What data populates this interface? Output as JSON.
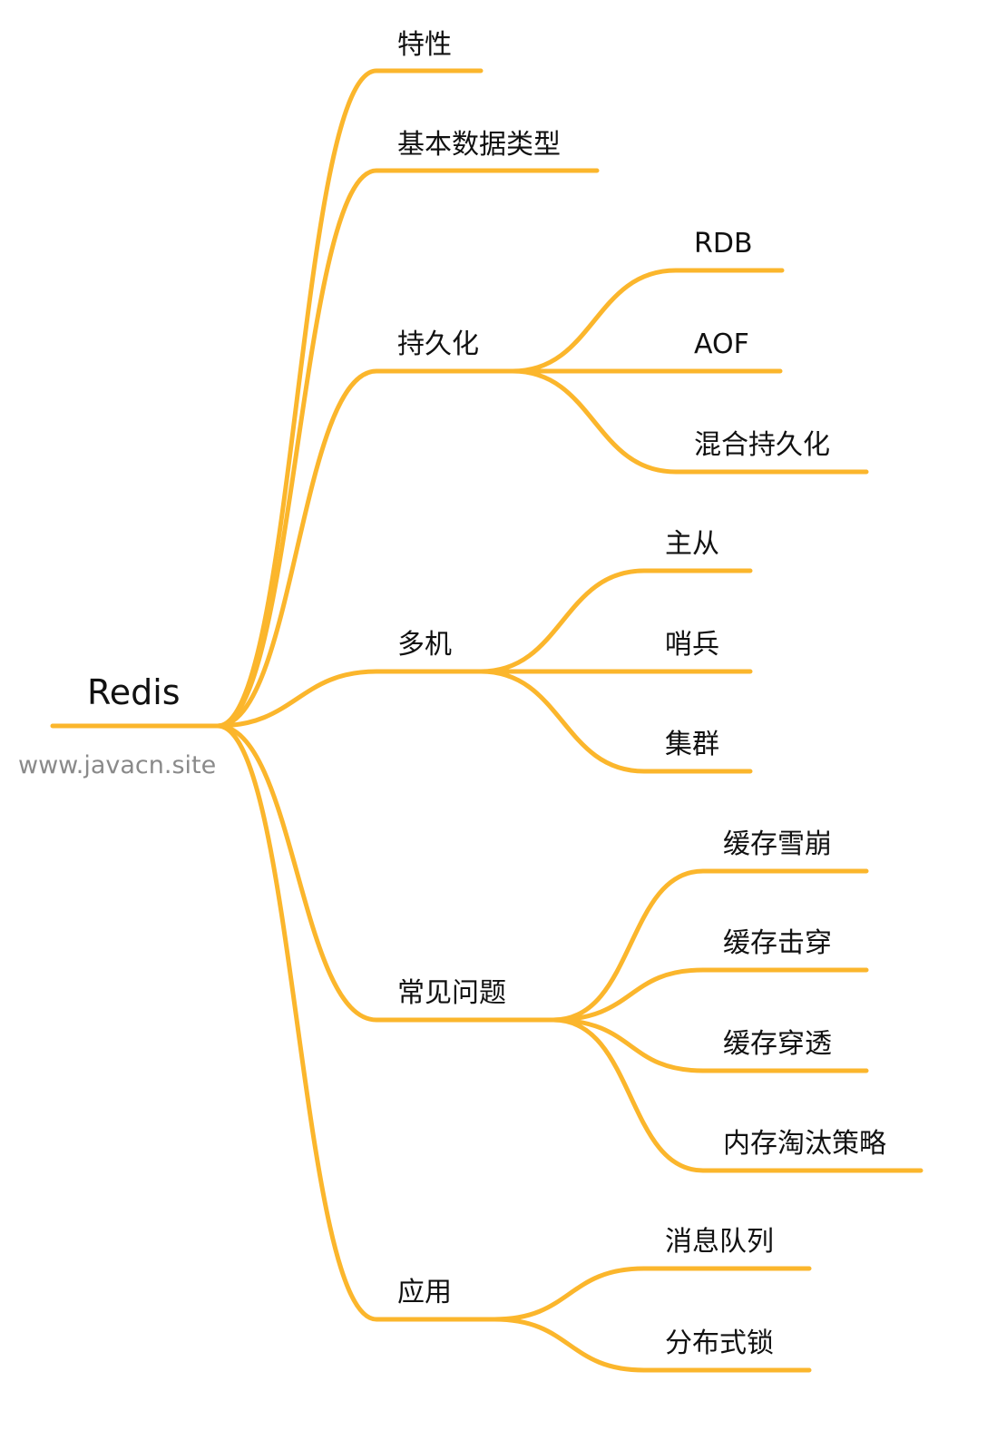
{
  "root": {
    "label": "Redis"
  },
  "watermark": "www.javacn.site",
  "colors": {
    "branch": "#FBB62C",
    "text": "#111111",
    "watermark": "#8a8a8a"
  },
  "branches": [
    {
      "label": "特性",
      "children": []
    },
    {
      "label": "基本数据类型",
      "children": []
    },
    {
      "label": "持久化",
      "children": [
        "RDB",
        "AOF",
        "混合持久化"
      ]
    },
    {
      "label": "多机",
      "children": [
        "主从",
        "哨兵",
        "集群"
      ]
    },
    {
      "label": "常见问题",
      "children": [
        "缓存雪崩",
        "缓存击穿",
        "缓存穿透",
        "内存淘汰策略"
      ]
    },
    {
      "label": "应用",
      "children": [
        "消息队列",
        "分布式锁"
      ]
    }
  ]
}
